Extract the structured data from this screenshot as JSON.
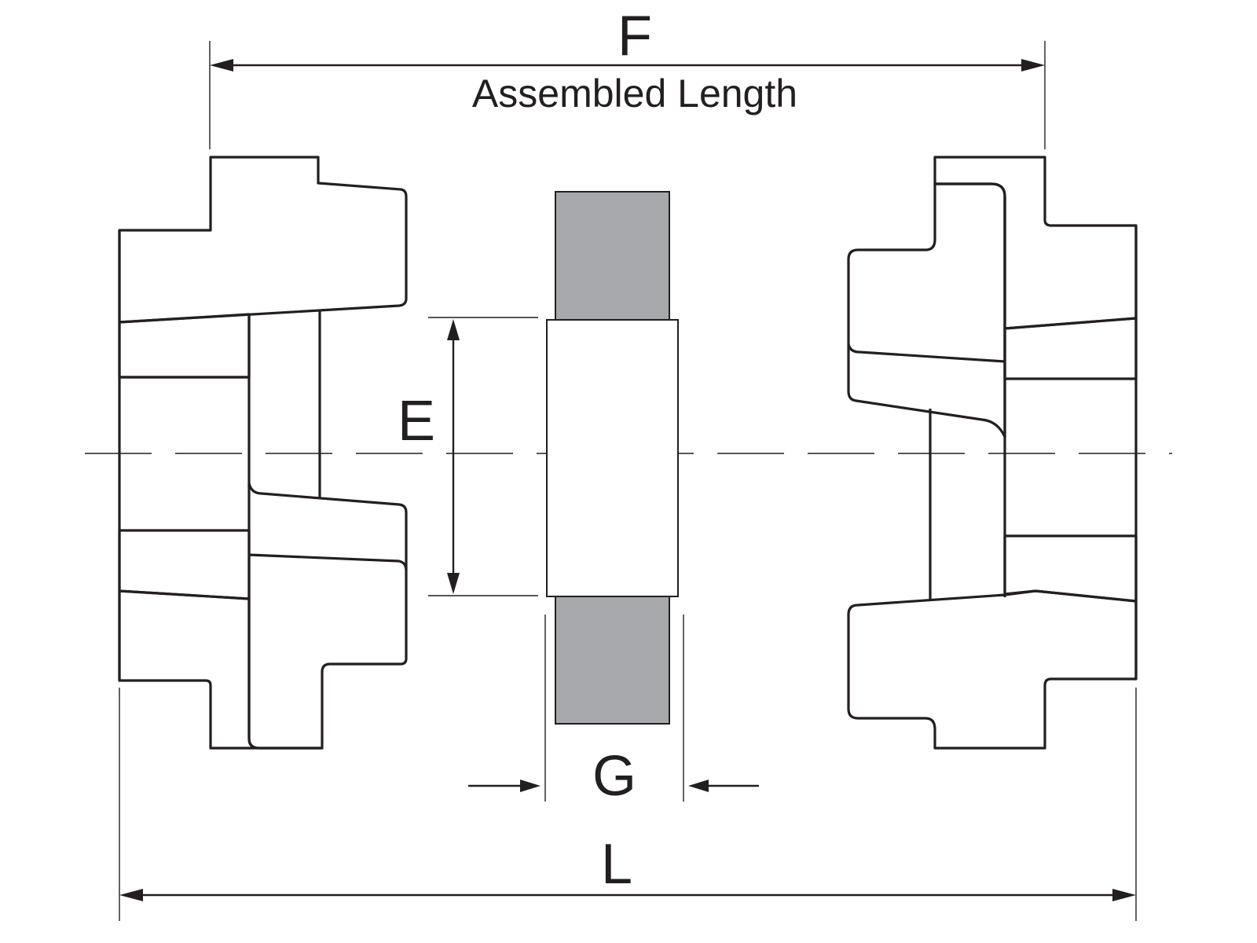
{
  "diagram": {
    "type": "jaw coupling cross-section dimension drawing",
    "labels": {
      "F": "F",
      "F_caption": "Assembled Length",
      "E": "E",
      "G": "G",
      "L": "L"
    },
    "colors": {
      "line": "#231f20",
      "spider_fill": "#a6a8ab",
      "background": "#ffffff"
    },
    "parts": [
      "left hub",
      "elastomer spider",
      "right hub"
    ]
  }
}
